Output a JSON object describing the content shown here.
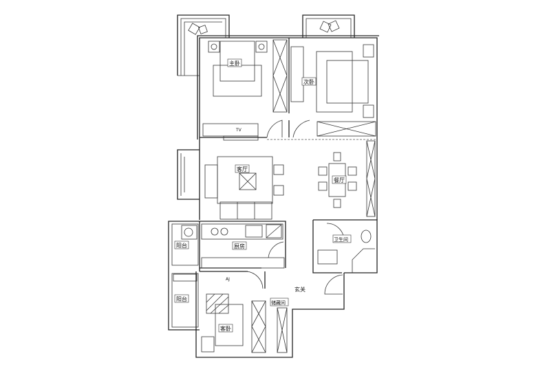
{
  "rooms": {
    "master_bedroom": "主卧",
    "second_bedroom": "次卧",
    "living_room": "客厅",
    "dining_room": "餐厅",
    "kitchen": "厨房",
    "balcony_1": "阳台",
    "balcony_2": "阳台",
    "bathroom": "卫生间",
    "entrance": "玄关",
    "storage": "储藏间",
    "guest_bedroom": "客卧"
  },
  "fixtures": {
    "tv_master": "TV",
    "tv_guest": "AJ"
  }
}
